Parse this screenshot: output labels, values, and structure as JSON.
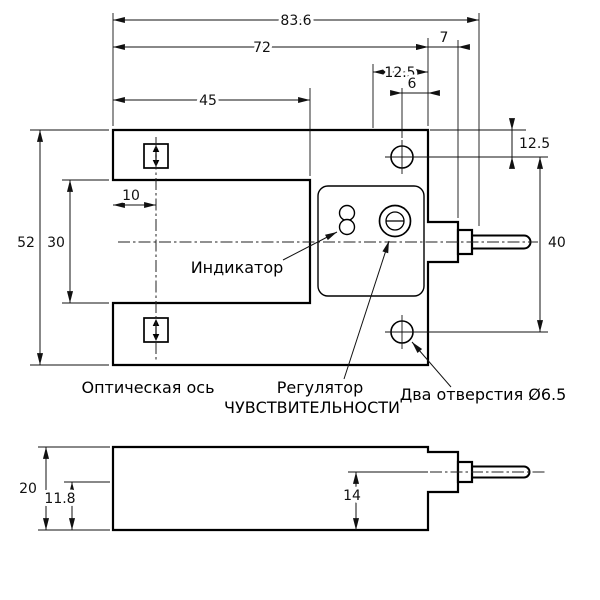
{
  "drawing": {
    "dims": {
      "total_width": "83.6",
      "body_width": "72",
      "connector_length": "7",
      "step_width": "12.5",
      "hole_to_edge": "6",
      "slot_depth": "45",
      "hole_to_top": "12.5",
      "body_height": "52",
      "slot_height": "30",
      "optical_axis_offset": "10",
      "hole_pitch": "40",
      "side_height": "20",
      "side_axis_height": "11.8",
      "side_cable_height": "14"
    },
    "labels": {
      "indicator": "Индикатор",
      "optical_axis": "Оптическая ось",
      "sensitivity_line1": "Регулятор",
      "sensitivity_line2": "ЧУВСТВИТЕЛЬНОСТИ",
      "two_holes": "Два отверстия Ø6.5"
    }
  }
}
